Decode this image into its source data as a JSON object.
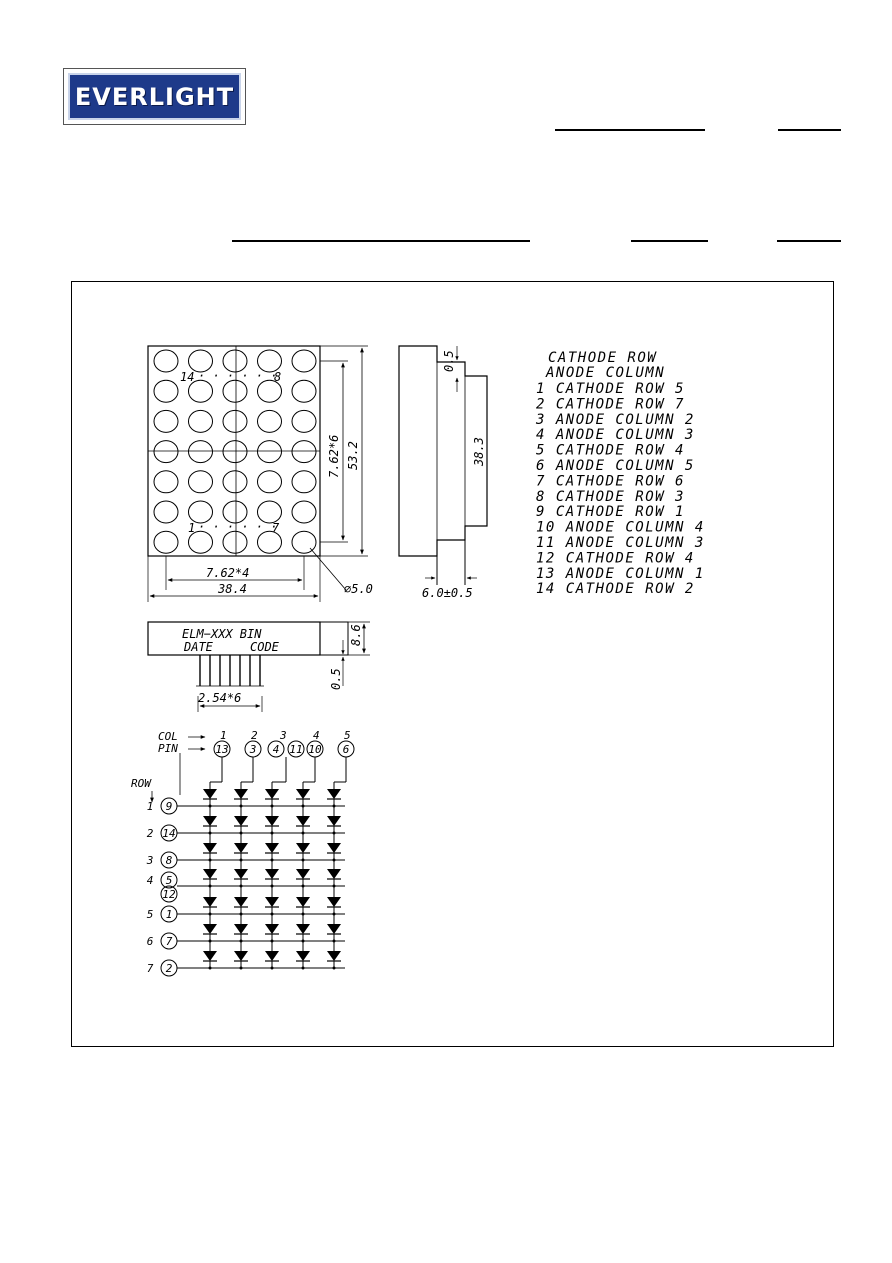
{
  "logo": {
    "brand": "EVERLIGHT"
  },
  "front_view": {
    "inner_pins": {
      "top_left": "14",
      "top_right": "8",
      "bottom_left": "1",
      "bottom_right": "7"
    },
    "dims": {
      "pitch_v": "7.62*6",
      "height": "53.2",
      "pitch_h": "7.62*4",
      "width": "38.4",
      "dot_dia": "⌀5.0"
    }
  },
  "side_view": {
    "dims": {
      "gap": "0.5",
      "depth": "38.3",
      "pin_len": "6.0±0.5"
    }
  },
  "bottom_view": {
    "label_line1": "ELM−XXX BIN",
    "label_line2_left": "DATE",
    "label_line2_right": "CODE",
    "dims": {
      "thick": "8.6",
      "gap": "0.5",
      "pin_pitch": "2.54*6"
    }
  },
  "pin_legend": {
    "header1": "CATHODE ROW",
    "header2": "ANODE COLUMN",
    "rows": [
      "1  CATHODE ROW 5",
      "2  CATHODE ROW 7",
      "3  ANODE COLUMN 2",
      "4  ANODE COLUMN 3",
      "5  CATHODE ROW 4",
      "6  ANODE COLUMN 5",
      "7  CATHODE ROW 6",
      "8  CATHODE ROW 3",
      "9  CATHODE ROW 1",
      "10 ANODE COLUMN 4",
      "11 ANODE COLUMN 3",
      "12 CATHODE ROW 4",
      "13 ANODE COLUMN 1",
      "14 CATHODE ROW 2"
    ]
  },
  "schematic": {
    "col_label": "COL",
    "pin_label": "PIN",
    "row_label": "ROW",
    "columns": [
      {
        "col": "1",
        "pins": [
          "13"
        ]
      },
      {
        "col": "2",
        "pins": [
          "3"
        ]
      },
      {
        "col": "3",
        "pins": [
          "4",
          "11"
        ]
      },
      {
        "col": "4",
        "pins": [
          "10"
        ]
      },
      {
        "col": "5",
        "pins": [
          "6"
        ]
      }
    ],
    "rows": [
      {
        "row": "1",
        "pins": [
          "9"
        ]
      },
      {
        "row": "2",
        "pins": [
          "14"
        ]
      },
      {
        "row": "3",
        "pins": [
          "8"
        ]
      },
      {
        "row": "4",
        "pins": [
          "5",
          "12"
        ]
      },
      {
        "row": "5",
        "pins": [
          "1"
        ]
      },
      {
        "row": "6",
        "pins": [
          "7"
        ]
      },
      {
        "row": "7",
        "pins": [
          "2"
        ]
      }
    ]
  }
}
